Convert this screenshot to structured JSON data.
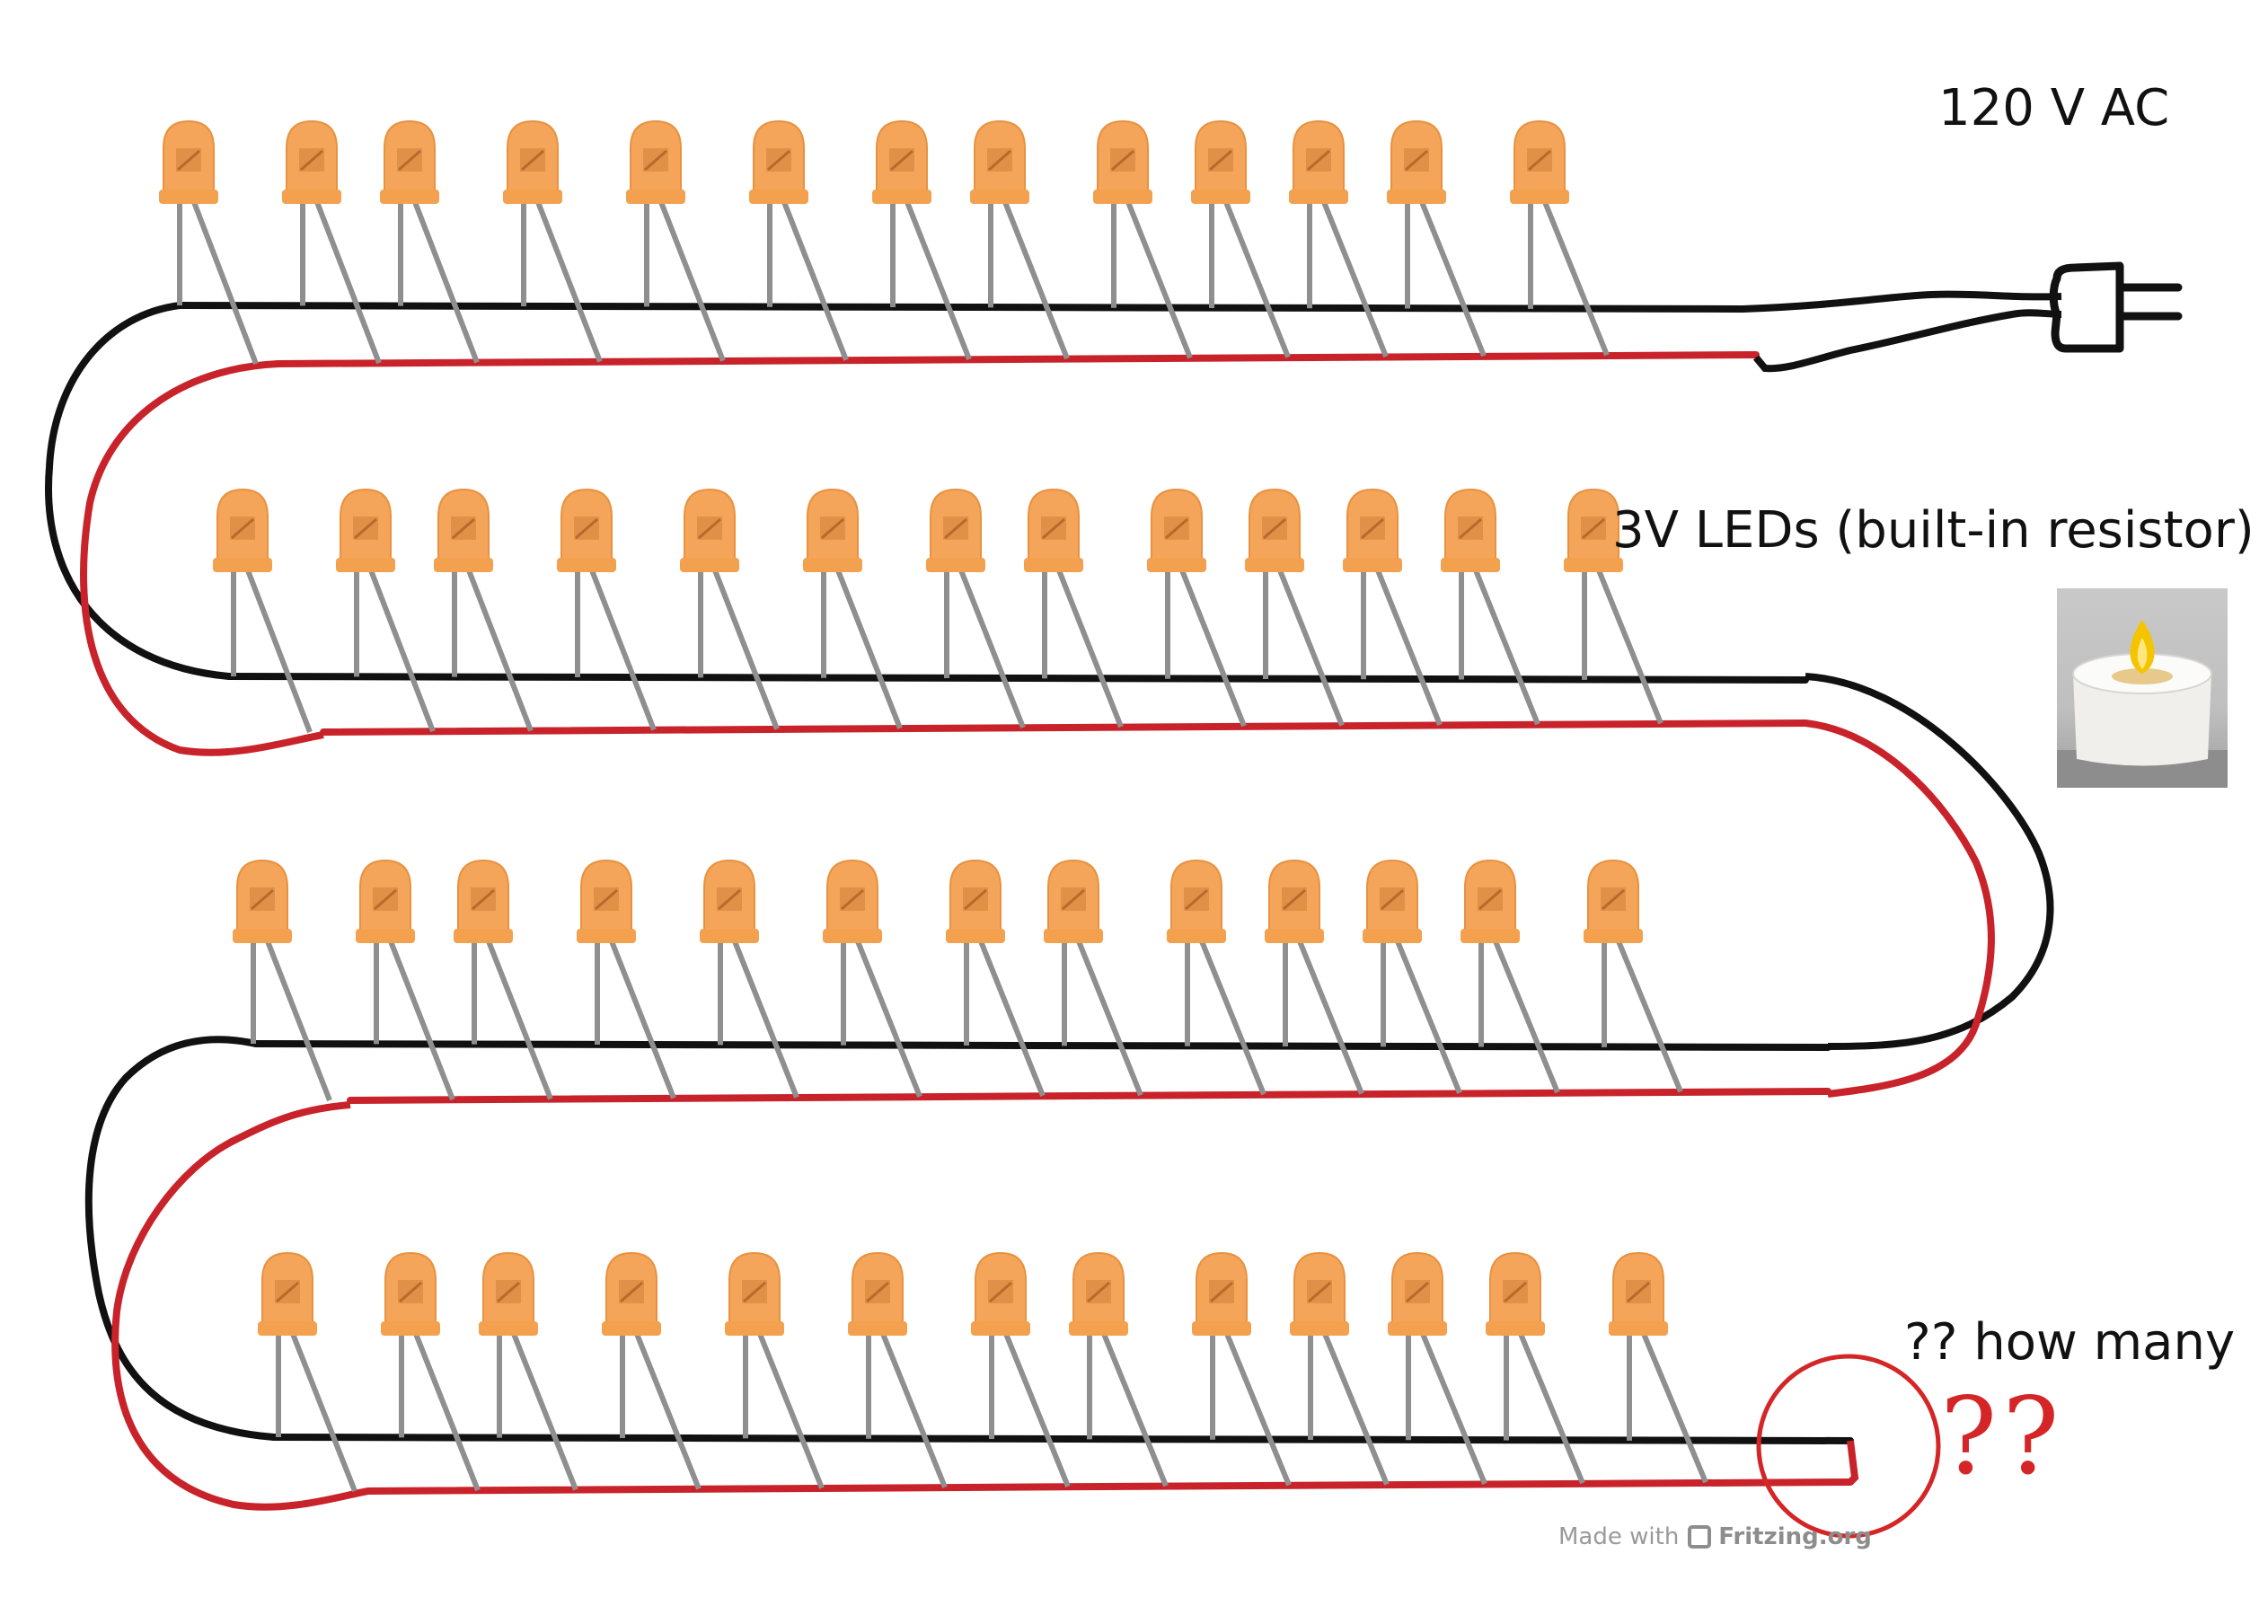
{
  "labels": {
    "voltage": "120 V AC",
    "leds": "3V LEDs (built-in resistor)",
    "how_many": "?? how many",
    "question_marks": "??"
  },
  "footer": {
    "prefix": "Made with",
    "brand": "Fritzing.org"
  },
  "colors": {
    "negative_wire": "#111111",
    "positive_wire": "#c8232a",
    "led_body": "#f5a55a",
    "led_leg": "#8f8f8f",
    "annotation": "#d42626"
  },
  "icons": {
    "plug": "power-plug-icon",
    "photo": "led-tealight-photo",
    "fritzing": "fritzing-logo-icon"
  },
  "diagram": {
    "rows": 4,
    "leds_per_row": 13
  }
}
